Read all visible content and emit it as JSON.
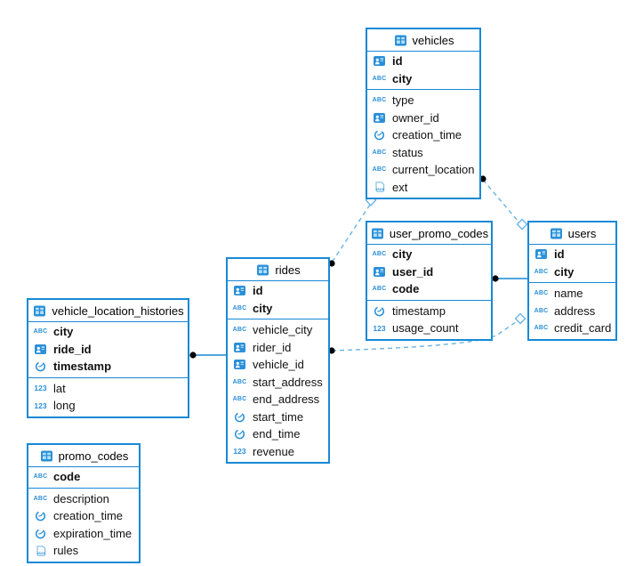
{
  "diagram": {
    "background": "#ffffff",
    "accent_color": "#1789d6",
    "dashed_line_color": "#6ab4e4",
    "endpoint_dot_color": "#000000",
    "icon_glyphs": {
      "string": "ABC",
      "number": "123",
      "json": "JSON"
    },
    "tables": [
      {
        "name": "vehicles",
        "fields": [
          {
            "name": "id",
            "type": "id",
            "pk": true
          },
          {
            "name": "city",
            "type": "string",
            "pk": true
          },
          {
            "name": "type",
            "type": "string",
            "pk": false
          },
          {
            "name": "owner_id",
            "type": "id",
            "pk": false
          },
          {
            "name": "creation_time",
            "type": "time",
            "pk": false
          },
          {
            "name": "status",
            "type": "string",
            "pk": false
          },
          {
            "name": "current_location",
            "type": "string",
            "pk": false
          },
          {
            "name": "ext",
            "type": "json",
            "pk": false
          }
        ]
      },
      {
        "name": "user_promo_codes",
        "fields": [
          {
            "name": "city",
            "type": "string",
            "pk": true
          },
          {
            "name": "user_id",
            "type": "id",
            "pk": true
          },
          {
            "name": "code",
            "type": "string",
            "pk": true
          },
          {
            "name": "timestamp",
            "type": "time",
            "pk": false
          },
          {
            "name": "usage_count",
            "type": "number",
            "pk": false
          }
        ]
      },
      {
        "name": "users",
        "fields": [
          {
            "name": "id",
            "type": "id",
            "pk": true
          },
          {
            "name": "city",
            "type": "string",
            "pk": true
          },
          {
            "name": "name",
            "type": "string",
            "pk": false
          },
          {
            "name": "address",
            "type": "string",
            "pk": false
          },
          {
            "name": "credit_card",
            "type": "string",
            "pk": false
          }
        ]
      },
      {
        "name": "rides",
        "fields": [
          {
            "name": "id",
            "type": "id",
            "pk": true
          },
          {
            "name": "city",
            "type": "string",
            "pk": true
          },
          {
            "name": "vehicle_city",
            "type": "string",
            "pk": false
          },
          {
            "name": "rider_id",
            "type": "id",
            "pk": false
          },
          {
            "name": "vehicle_id",
            "type": "id",
            "pk": false
          },
          {
            "name": "start_address",
            "type": "string",
            "pk": false
          },
          {
            "name": "end_address",
            "type": "string",
            "pk": false
          },
          {
            "name": "start_time",
            "type": "time",
            "pk": false
          },
          {
            "name": "end_time",
            "type": "time",
            "pk": false
          },
          {
            "name": "revenue",
            "type": "number",
            "pk": false
          }
        ]
      },
      {
        "name": "vehicle_location_histories",
        "fields": [
          {
            "name": "city",
            "type": "string",
            "pk": true
          },
          {
            "name": "ride_id",
            "type": "id",
            "pk": true
          },
          {
            "name": "timestamp",
            "type": "time",
            "pk": true
          },
          {
            "name": "lat",
            "type": "number",
            "pk": false
          },
          {
            "name": "long",
            "type": "number",
            "pk": false
          }
        ]
      },
      {
        "name": "promo_codes",
        "fields": [
          {
            "name": "code",
            "type": "string",
            "pk": true
          },
          {
            "name": "description",
            "type": "string",
            "pk": false
          },
          {
            "name": "creation_time",
            "type": "time",
            "pk": false
          },
          {
            "name": "expiration_time",
            "type": "time",
            "pk": false
          },
          {
            "name": "rules",
            "type": "json",
            "pk": false
          }
        ]
      }
    ],
    "relationships": [
      {
        "from": "rides",
        "to": "vehicles",
        "style": "dashed"
      },
      {
        "from": "vehicles",
        "to": "users",
        "style": "dashed"
      },
      {
        "from": "rides",
        "to": "users",
        "style": "dashed"
      },
      {
        "from": "user_promo_codes",
        "to": "users",
        "style": "solid"
      },
      {
        "from": "vehicle_location_histories",
        "to": "rides",
        "style": "solid"
      }
    ]
  }
}
